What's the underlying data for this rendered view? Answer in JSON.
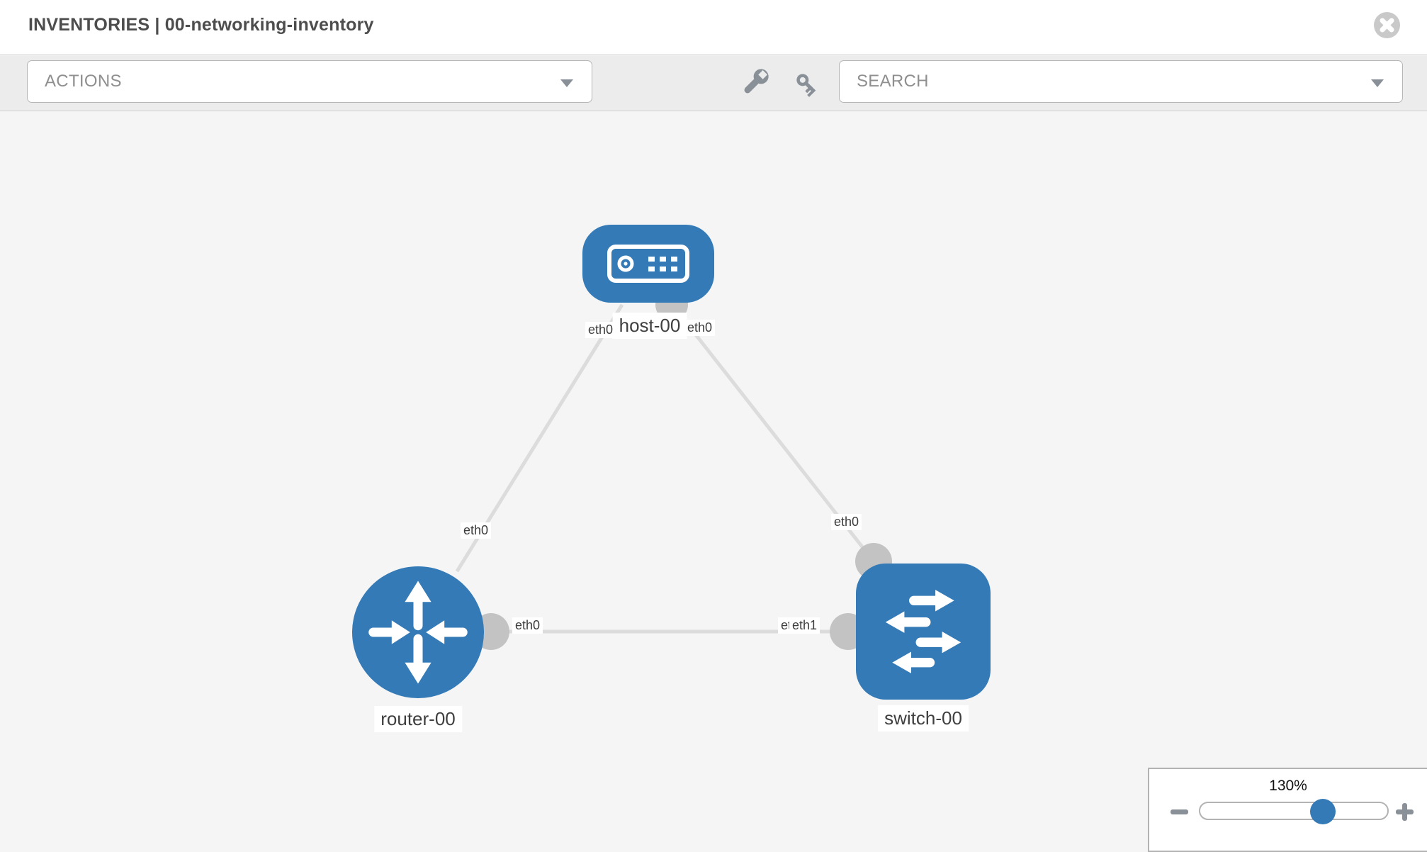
{
  "header": {
    "title": "INVENTORIES | 00-networking-inventory",
    "close_icon": "x-circle-icon"
  },
  "toolbar": {
    "actions_label": "ACTIONS",
    "search_label": "SEARCH",
    "tool_icons": [
      "wrench-icon",
      "key-icon"
    ]
  },
  "diagram": {
    "nodes": [
      {
        "id": "host-00",
        "label": "host-00",
        "type": "host"
      },
      {
        "id": "router-00",
        "label": "router-00",
        "type": "router"
      },
      {
        "id": "switch-00",
        "label": "switch-00",
        "type": "switch"
      }
    ],
    "links": [
      {
        "from": "host-00",
        "to": "router-00"
      },
      {
        "from": "host-00",
        "to": "switch-00"
      },
      {
        "from": "router-00",
        "to": "switch-00"
      }
    ],
    "interfaces": [
      {
        "name": "eth0",
        "near": "host-00-left"
      },
      {
        "name": "eth0",
        "near": "host-00-right"
      },
      {
        "name": "eth0",
        "near": "router-00-top-link"
      },
      {
        "name": "eth0",
        "near": "switch-00-top-link"
      },
      {
        "name": "eth0",
        "near": "router-00-right"
      },
      {
        "name": "eth0",
        "near": "switch-00-left-under"
      },
      {
        "name": "eth1",
        "near": "switch-00-left"
      }
    ]
  },
  "zoom_panel": {
    "level": "130%"
  },
  "colors": {
    "node_blue": "#337ab7",
    "link_gray": "#dcdcdc",
    "dot_gray": "#c3c3c3",
    "icon_gray": "#8a9097",
    "toolbar_bg": "#ececec",
    "canvas_bg": "#f5f5f5"
  }
}
